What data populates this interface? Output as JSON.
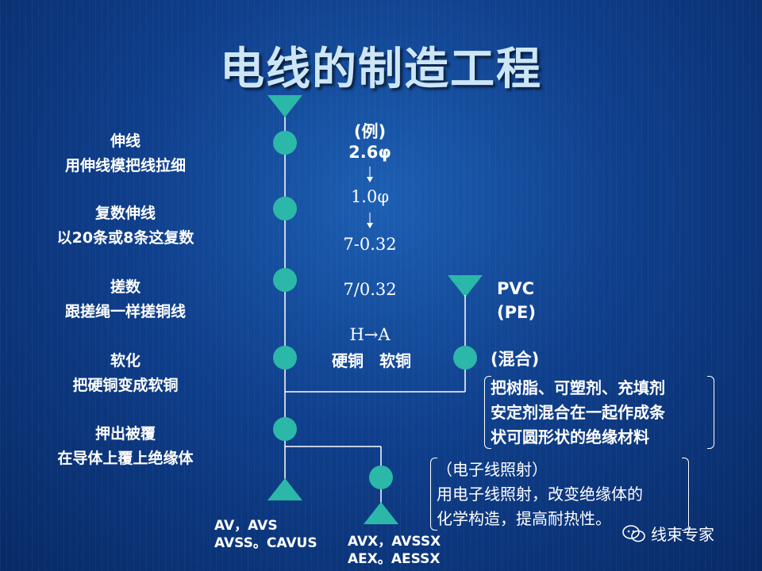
{
  "title": "电线的制造工程",
  "steps": [
    {
      "name": "伸线",
      "desc": "用伸线模把线拉细"
    },
    {
      "name": "复数伸线",
      "desc": "以20条或8条这复数"
    },
    {
      "name": "搓数",
      "desc": "跟搓绳一样搓铜线"
    },
    {
      "name": "软化",
      "desc": "把硬铜变成软铜"
    },
    {
      "name": "押出被覆",
      "desc": "在导体上覆上绝缘体"
    }
  ],
  "example": {
    "label": "(例)",
    "v1": "2.6φ",
    "v2": "1.0φ",
    "v3": "7-0.32",
    "v4": "7/0.32",
    "v5": "H→A",
    "hard_soft": "硬铜　软铜"
  },
  "material": {
    "pvc": "PVC",
    "pe": "(PE)",
    "mix_label": "(混合)",
    "mix_lines": [
      "把树脂、可塑剂、充填剂",
      "安定剂混合在一起作成条",
      "状可圆形状的绝缘材料"
    ]
  },
  "irradiation": {
    "lines": [
      "（电子线照射）",
      "用电子线照射，改变绝缘体的",
      "化学构造，提高耐热性。"
    ]
  },
  "outputs": {
    "left_line1": "AV，AVS",
    "left_line2": "AVSS。CAVUS",
    "right_line1": "AVX，AVSSX",
    "right_line2": "AEX。AESSX"
  },
  "watermark": "线束专家",
  "colors": {
    "node": "#2bb8a8",
    "line": "#ffffff"
  }
}
